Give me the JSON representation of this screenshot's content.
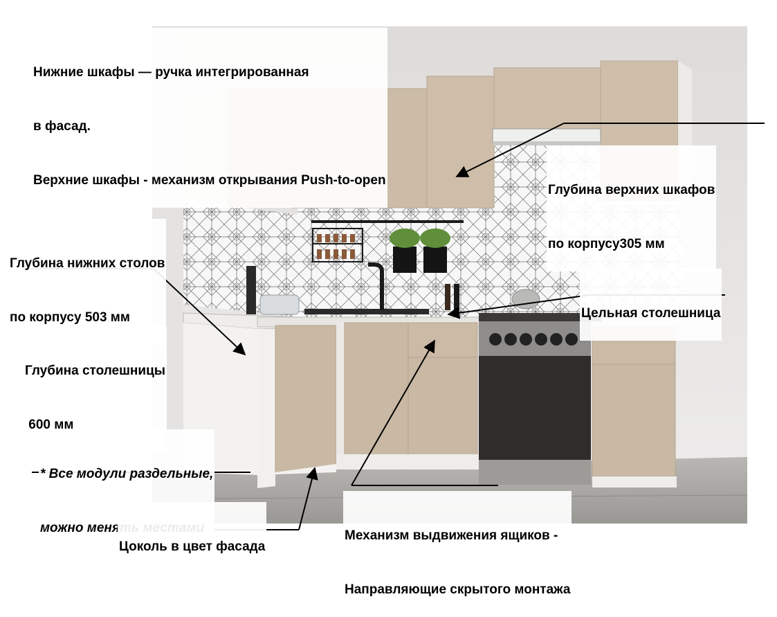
{
  "callouts": {
    "handles": {
      "lines": [
        "Нижние шкафы — ручка интегрированная",
        "в фасад.",
        "Верхние шкафы - механизм открывания Push-to-open"
      ]
    },
    "upper_depth": {
      "lines": [
        "Глубина верхних шкафов",
        "по корпусу305 мм"
      ]
    },
    "lower_depth": {
      "lines": [
        "Глубина нижних столов",
        "по корпусу 503 мм"
      ]
    },
    "worktop_solid": {
      "lines": [
        "Цельная столешница"
      ]
    },
    "worktop_depth": {
      "lines": [
        "Глубина столешницы",
        " 600 мм"
      ]
    },
    "modules_note": {
      "lines": [
        "* Все модули раздельные,",
        "можно менять местами"
      ]
    },
    "plinth": {
      "lines": [
        "Цоколь в цвет фасада"
      ]
    },
    "drawer_mechanism": {
      "lines": [
        "Механизм выдвижения ящиков -",
        "Направляющие скрытого монтажа"
      ]
    }
  },
  "colors": {
    "facade": "#c9b8a3",
    "body": "#f1f0ee",
    "worktop": "#e8e6e3",
    "wall": "#e9e8e6",
    "floor": "#a8a6a2",
    "stove": "#2e2d2c",
    "line": "#000000"
  }
}
